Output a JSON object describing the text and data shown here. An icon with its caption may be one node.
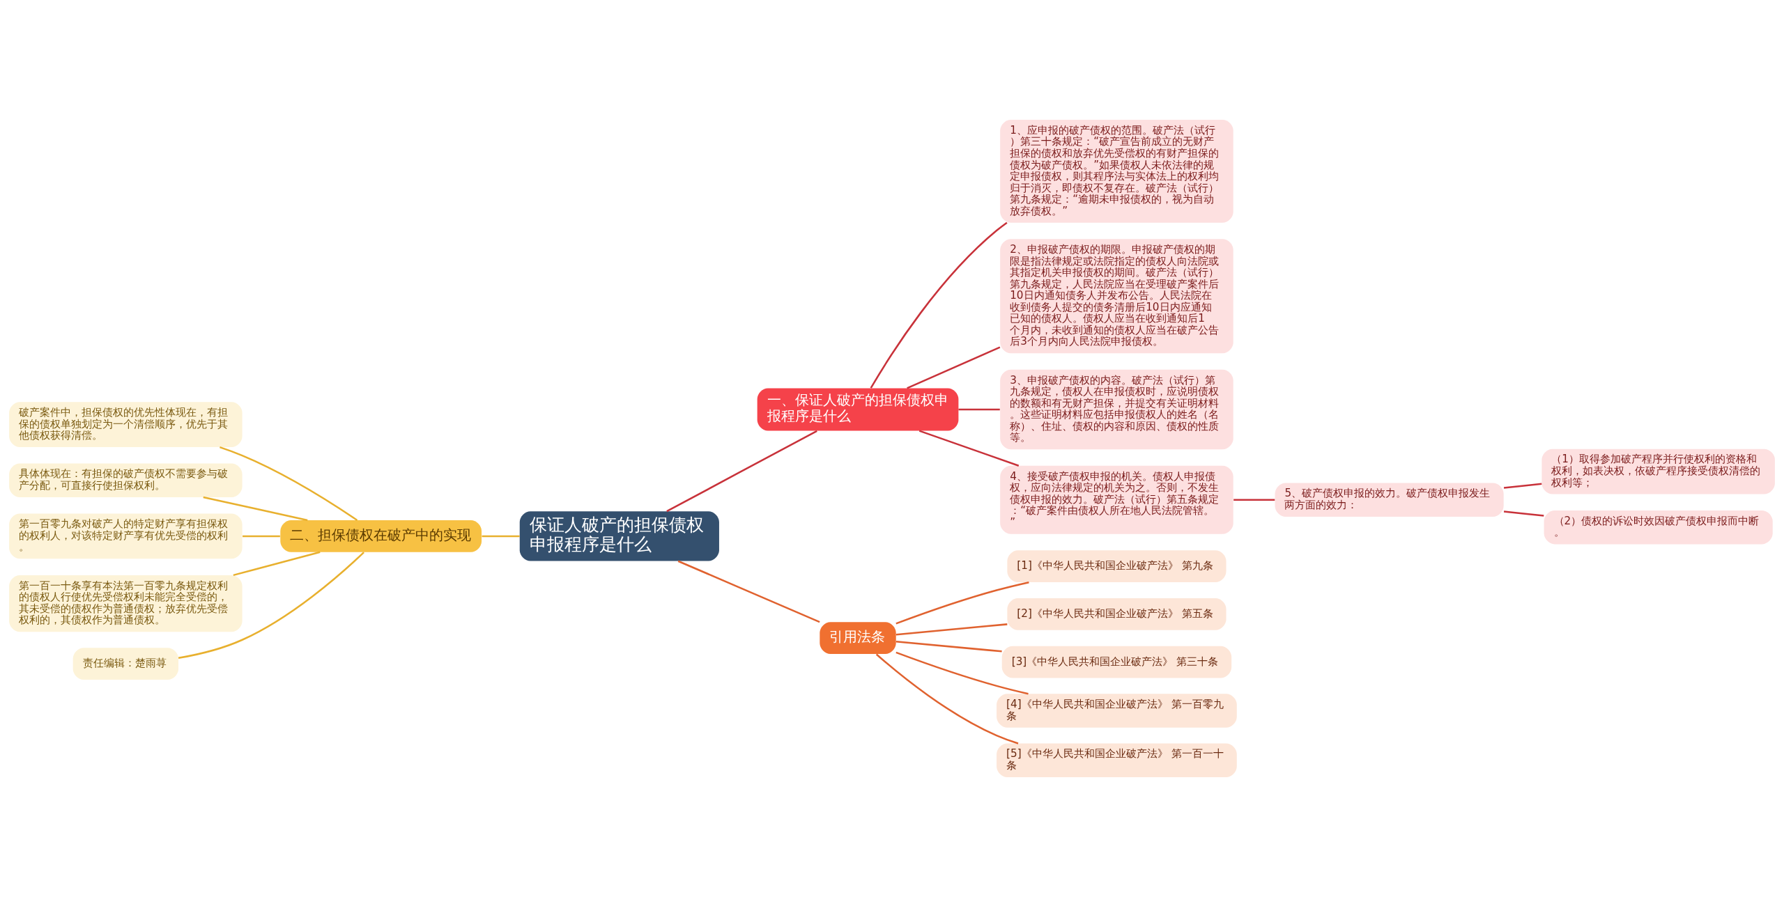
{
  "diagram": {
    "nodes": [
      {
        "text": [
          "保证人破产的担保债权申报程序是什么"
        ]
      },
      {
        "text": [
          "一、保证人破产的担保债权申报程序是什么"
        ]
      },
      {
        "text": [
          "1、应申报的破产债权的范围。破产法（试行）第三十条规定：“破产宣告前成立的无财产担保的债权和放弃优先受偿权的有财产担保的债权为破产债权。”如果债权人未依法律的规定申报债权，则其程序法与实体法上的权利均归于消灭，即债权不复存在。破产法（试行）第九条规定：“逾期未申报债权的，视为自动放弃债权。”"
        ]
      },
      {
        "text": [
          "2、申报破产债权的期限。申报破产债权的期限是指法律规定或法院指定的债权人向法院或其指定机关申报债权的期间。破产法（试行）第九条规定，人民法院应当在受理破产案件后10日内通知债务人并发布公告。人民法院在收到债务人提交的债务清册后10日内应通知已知的债权人。债权人应当在收到通知后1 个月内，未收到通知的债权人应当在破产公告后3个月内向人民法院申报债权。"
        ]
      },
      {
        "text": [
          "3、申报破产债权的内容。破产法（试行）第九条规定，债权人在申报债权时，应说明债权的数额和有无财产担保，并提交有关证明材料。这些证明材料应包括申报债权人的姓名（名称）、住址、债权的内容和原因、债权的性质等。"
        ]
      },
      {
        "text": [
          "4、接受破产债权申报的机关。债权人申报债权，应向法律规定的机关为之。否则，不发生债权申报的效力。破产法（试行）第五条规定：“破产案件由债权人所在地人民法院管辖。”"
        ]
      },
      {
        "text": [
          "5、破产债权申报的效力。破产债权申报发生两方面的效力："
        ]
      },
      {
        "text": [
          "（1）取得参加破产程序并行使权利的资格和权利，如表决权，依破产程序接受债权清偿的权利等；"
        ]
      },
      {
        "text": [
          "（2）债权的诉讼时效因破产债权申报而中断。"
        ]
      },
      {
        "text": [
          "引用法条"
        ]
      },
      {
        "text": [
          "[1]《中华人民共和国企业破产法》 第九条"
        ]
      },
      {
        "text": [
          "[2]《中华人民共和国企业破产法》 第五条"
        ]
      },
      {
        "text": [
          "[3]《中华人民共和国企业破产法》 第三十条"
        ]
      },
      {
        "text": [
          "[4]《中华人民共和国企业破产法》 第一百零九条"
        ]
      },
      {
        "text": [
          "[5]《中华人民共和国企业破产法》 第一百一十条"
        ]
      },
      {
        "text": [
          "二、担保债权在破产中的实现"
        ]
      },
      {
        "text": [
          "破产案件中，担保债权的优先性体现在，有担保的债权单独划定为一个清偿顺序，优先于其他债权获得清偿。"
        ]
      },
      {
        "text": [
          "具体体现在：有担保的破产债权不需要参与破产分配，可直接行使担保权利。"
        ]
      },
      {
        "text": [
          "第一百零九条对破产人的特定财产享有担保权的权利人，对该特定财产享有优先受偿的权利。"
        ]
      },
      {
        "text": [
          "第一百一十条享有本法第一百零九条规定权利的债权人行使优先受偿权利未能完全受偿的，其未受偿的债权作为普通债权；放弃优先受偿权利的，其债权作为普通债权。"
        ]
      },
      {
        "text": [
          "责任编辑：楚雨荨"
        ]
      }
    ],
    "edges": [
      {
        "from": 0,
        "to": 1,
        "arrow": "none"
      },
      {
        "from": 1,
        "to": 2,
        "arrow": "none"
      },
      {
        "from": 1,
        "to": 3,
        "arrow": "none"
      },
      {
        "from": 1,
        "to": 4,
        "arrow": "none"
      },
      {
        "from": 1,
        "to": 5,
        "arrow": "none"
      },
      {
        "from": 5,
        "to": 6,
        "arrow": "none"
      },
      {
        "from": 6,
        "to": 7,
        "arrow": "none"
      },
      {
        "from": 6,
        "to": 8,
        "arrow": "none"
      },
      {
        "from": 0,
        "to": 9,
        "arrow": "none",
        "color": "#e0622f"
      },
      {
        "from": 9,
        "to": 10,
        "arrow": "none",
        "color": "#e0622f"
      },
      {
        "from": 9,
        "to": 11,
        "arrow": "none",
        "color": "#e0622f"
      },
      {
        "from": 9,
        "to": 12,
        "arrow": "none",
        "color": "#e0622f"
      },
      {
        "from": 9,
        "to": 13,
        "arrow": "none",
        "color": "#e0622f"
      },
      {
        "from": 9,
        "to": 14,
        "arrow": "none",
        "color": "#e0622f"
      },
      {
        "from": 0,
        "to": 15,
        "arrow": "none",
        "color": "#e8b02e"
      },
      {
        "from": 15,
        "to": 16,
        "arrow": "none",
        "color": "#e8b02e"
      },
      {
        "from": 15,
        "to": 17,
        "arrow": "none",
        "color": "#e8b02e"
      },
      {
        "from": 15,
        "to": 18,
        "arrow": "none",
        "color": "#e8b02e"
      },
      {
        "from": 15,
        "to": 19,
        "arrow": "none",
        "color": "#e8b02e"
      },
      {
        "from": 15,
        "to": 20,
        "arrow": "none",
        "color": "#e8b02e"
      }
    ]
  }
}
